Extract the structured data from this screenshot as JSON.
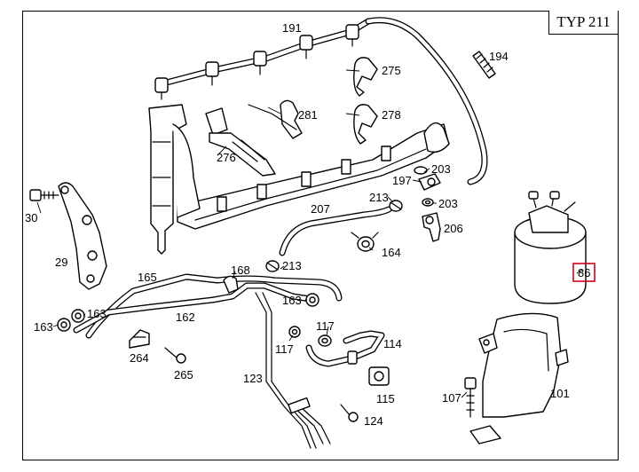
{
  "header": {
    "type_label": "TYP 211"
  },
  "callouts": {
    "p191": "191",
    "p194": "194",
    "p275": "275",
    "p281": "281",
    "p278": "278",
    "p276": "276",
    "p203a": "203",
    "p197": "197",
    "p203b": "203",
    "p213a": "213",
    "p207": "207",
    "p206": "206",
    "p164": "164",
    "p30": "30",
    "p29": "29",
    "p165": "165",
    "p168": "168",
    "p213b": "213",
    "p163a": "163",
    "p163b": "163",
    "p162": "162",
    "p163c": "163",
    "p117a": "117",
    "p117b": "117",
    "p114": "114",
    "p264": "264",
    "p265": "265",
    "p123": "123",
    "p115": "115",
    "p124": "124",
    "p107": "107",
    "p101": "101",
    "p86": "86"
  },
  "highlight": {
    "color": "#d0021b",
    "part": "86"
  }
}
